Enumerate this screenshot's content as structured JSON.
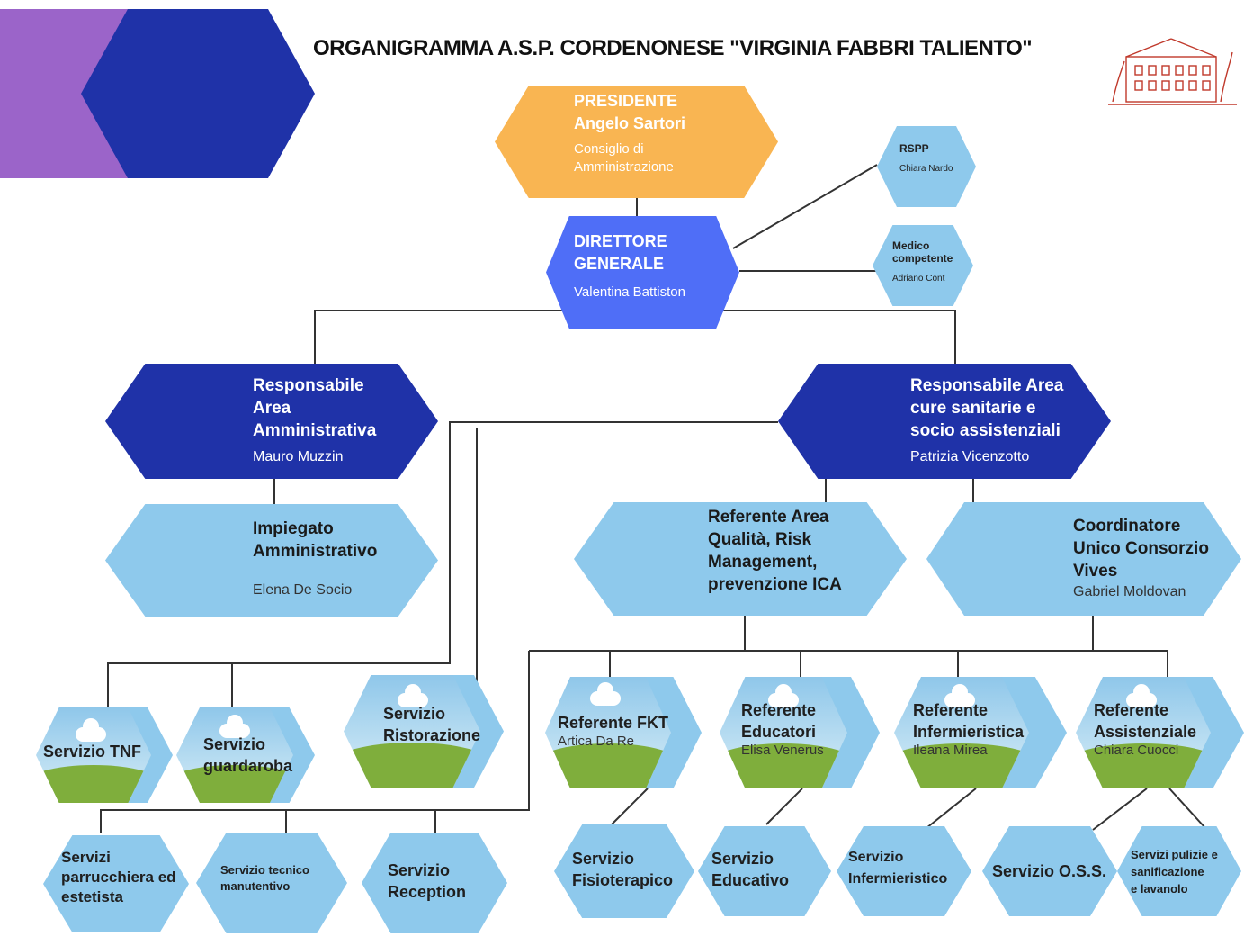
{
  "title": "ORGANIGRAMMA A.S.P. CORDENONESE \"VIRGINIA FABBRI TALIENTO\"",
  "colors": {
    "orange": "#f9b552",
    "blue": "#4f6ef7",
    "navy": "#1f32a8",
    "light": "#8ec9ec",
    "purple": "#9b64c9",
    "line": "#333333"
  },
  "presidente": {
    "title": "PRESIDENTE",
    "name": "Angelo Sartori",
    "body": "Consiglio di Amministrazione"
  },
  "direttore": {
    "title1": "DIRETTORE",
    "title2": "GENERALE",
    "name": "Valentina Battiston"
  },
  "rspp": {
    "title": "RSPP",
    "name": "Chiara Nardo"
  },
  "medico": {
    "title1": "Medico",
    "title2": "competente",
    "name": "Adriano Cont"
  },
  "resp_amm": {
    "l1": "Responsabile",
    "l2": "Area",
    "l3": "Amministrativa",
    "name": "Mauro Muzzin"
  },
  "resp_cure": {
    "l1": "Responsabile Area",
    "l2": "cure sanitarie e",
    "l3": "socio assistenziali",
    "name": "Patrizia Vicenzotto"
  },
  "impiegato": {
    "l1": "Impiegato",
    "l2": "Amministrativo",
    "name": "Elena De Socio"
  },
  "referente_qualita": {
    "l1": "Referente Area",
    "l2": "Qualità, Risk",
    "l3": "Management,",
    "l4": "prevenzione ICA"
  },
  "coordinatore": {
    "l1": "Coordinatore",
    "l2": "Unico Consorzio",
    "l3": "Vives",
    "name": "Gabriel Moldovan"
  },
  "services_row1": {
    "tnf": "Servizio TNF",
    "guardaroba1": "Servizio",
    "guardaroba2": "guardaroba",
    "ristorazione1": "Servizio",
    "ristorazione2": "Ristorazione"
  },
  "referenti": {
    "fkt": {
      "title": "Referente FKT",
      "name": "Artica Da Re"
    },
    "educatori": {
      "l1": "Referente",
      "l2": "Educatori",
      "name": "Elisa Venerus"
    },
    "infermieristica": {
      "l1": "Referente",
      "l2": "Infermieristica",
      "name": "Ileana Mirea"
    },
    "assistenziale": {
      "l1": "Referente",
      "l2": "Assistenziale",
      "name": "Chiara Cuocci"
    }
  },
  "services_row2": {
    "parrucchiera1": "Servizi",
    "parrucchiera2": "parrucchiera ed",
    "parrucchiera3": "estetista",
    "tecnico1": "Servizio tecnico",
    "tecnico2": "manutentivo",
    "reception1": "Servizio",
    "reception2": "Reception",
    "fisio1": "Servizio",
    "fisio2": "Fisioterapico",
    "educativo1": "Servizio",
    "educativo2": "Educativo",
    "infermieristico1": "Servizio",
    "infermieristico2": "Infermieristico",
    "oss": "Servizio O.S.S.",
    "pulizie1": "Servizi pulizie e",
    "pulizie2": "sanificazione",
    "pulizie3": "e lavanolo"
  }
}
